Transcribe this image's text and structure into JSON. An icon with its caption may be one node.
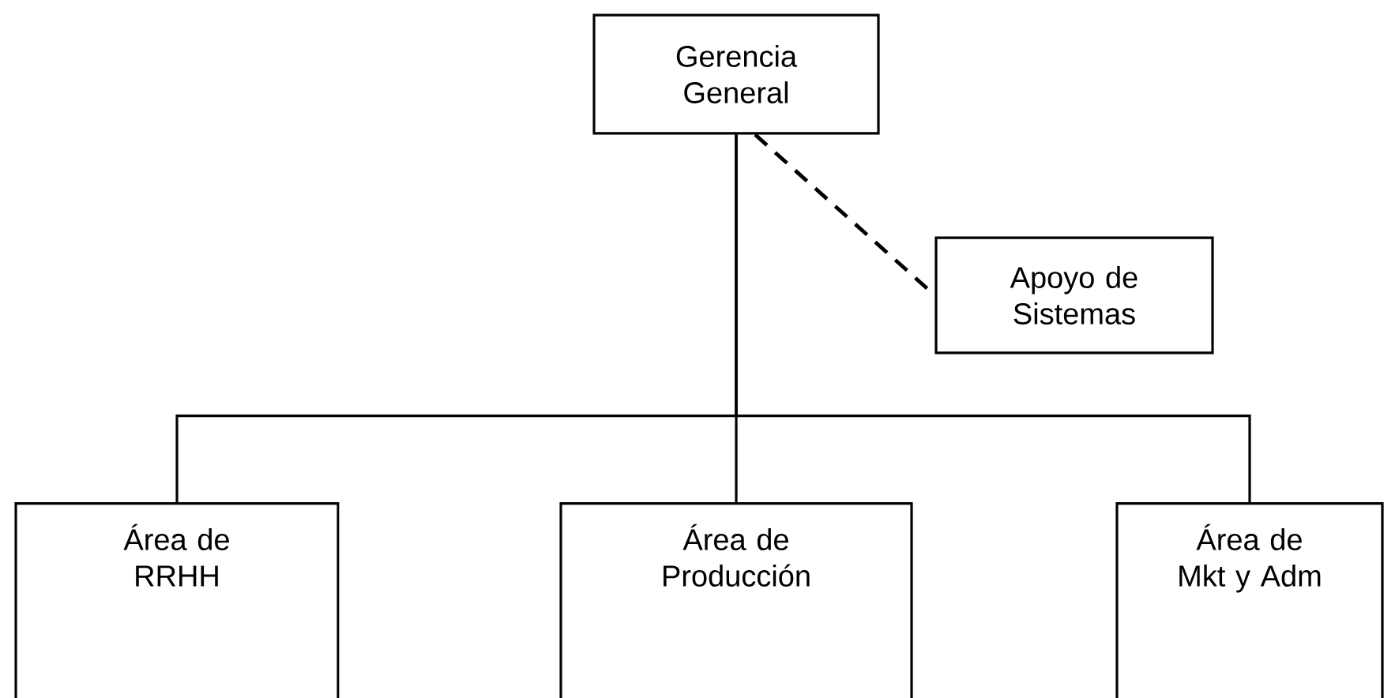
{
  "diagram": {
    "nodes": [
      {
        "text": [
          "Gerencia General"
        ]
      },
      {
        "text": [
          "Apoyo de Sistemas"
        ]
      },
      {
        "text": [
          "Área de RRHH"
        ]
      },
      {
        "text": [
          "Área de Producción"
        ]
      },
      {
        "text": [
          "Área de Mkt y Adm"
        ]
      }
    ],
    "edges": [
      {
        "from": 0,
        "to": 1,
        "arrow": "none",
        "style": "dashed"
      },
      {
        "from": 0,
        "to": 2,
        "arrow": "none"
      },
      {
        "from": 0,
        "to": 3,
        "arrow": "none"
      },
      {
        "from": 0,
        "to": 4,
        "arrow": "none"
      }
    ]
  }
}
